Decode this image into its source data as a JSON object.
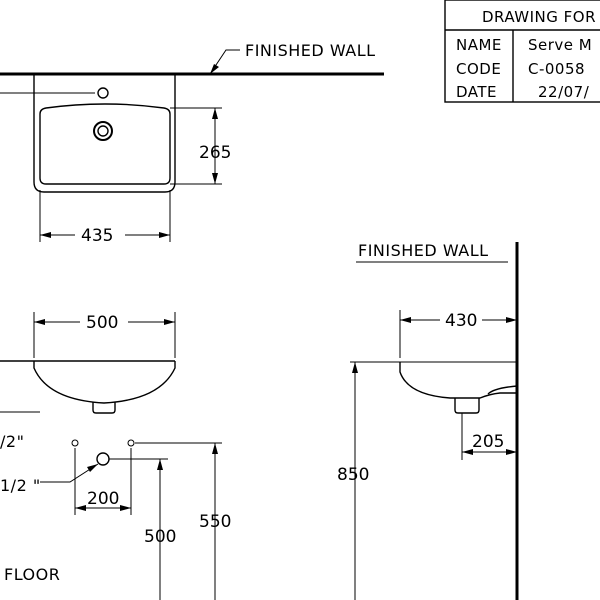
{
  "title_block": {
    "header": "DRAWING FOR",
    "rows": [
      {
        "label": "NAME",
        "value": "Serve M"
      },
      {
        "label": "CODE",
        "value": "C-0058"
      },
      {
        "label": "DATE",
        "value": "22/07/"
      }
    ]
  },
  "labels": {
    "finished_wall_top": "FINISHED WALL",
    "finished_wall_side": "FINISHED WALL",
    "floor": "FLOOR",
    "pipe_top_partial": "/2\"",
    "pipe_bottom_partial": "1/2 \""
  },
  "dimensions": {
    "plan_depth": "265",
    "plan_width": "435",
    "front_width": "500",
    "side_depth": "430",
    "outlet_offset": "205",
    "pipe_spacing": "200",
    "height_outlet": "500",
    "height_supply": "550",
    "height_rim": "850"
  }
}
